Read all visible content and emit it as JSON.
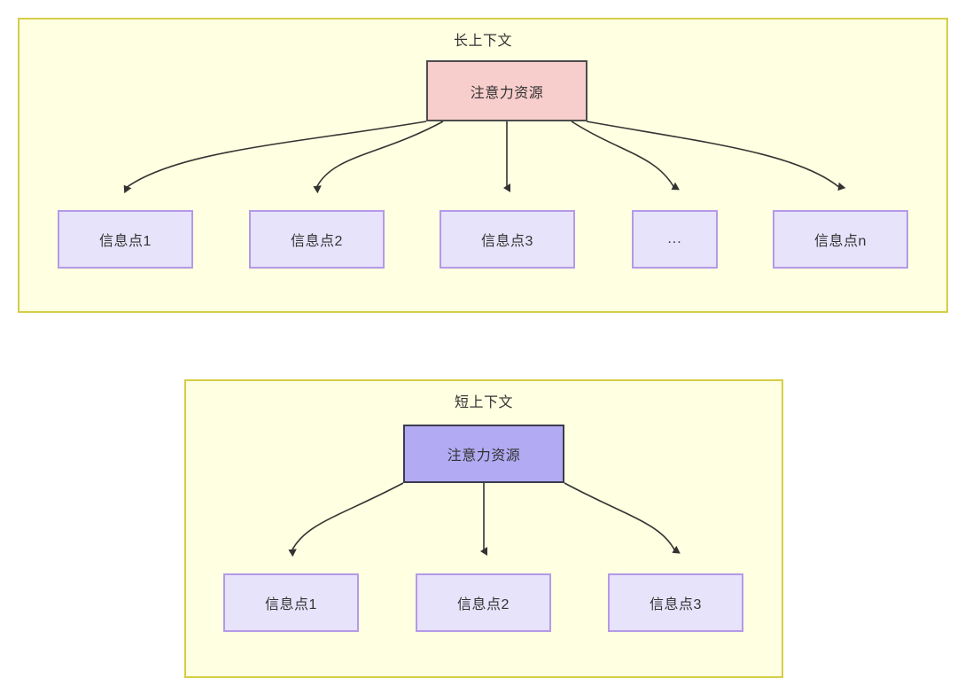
{
  "diagram": {
    "title_semantic": "attention-resource-allocation-long-vs-short-context",
    "colors": {
      "panel_fill": "#FFFFE1",
      "panel_border": "#D6CD46",
      "attention_long_fill": "#F8CECC",
      "attention_long_border": "#4D4D4D",
      "attention_short_fill": "#B2AAF2",
      "attention_short_border": "#3B3B4F",
      "info_fill": "#E7E3FB",
      "info_border": "#B49AE8",
      "edge_stroke": "#333333",
      "text": "#333333"
    }
  },
  "panels": [
    {
      "id": "long-context",
      "title": "长上下文",
      "attention": {
        "label": "注意力资源"
      },
      "info_nodes": [
        {
          "label": "信息点1"
        },
        {
          "label": "信息点2"
        },
        {
          "label": "信息点3"
        },
        {
          "label": "..."
        },
        {
          "label": "信息点n"
        }
      ]
    },
    {
      "id": "short-context",
      "title": "短上下文",
      "attention": {
        "label": "注意力资源"
      },
      "info_nodes": [
        {
          "label": "信息点1"
        },
        {
          "label": "信息点2"
        },
        {
          "label": "信息点3"
        }
      ]
    }
  ]
}
